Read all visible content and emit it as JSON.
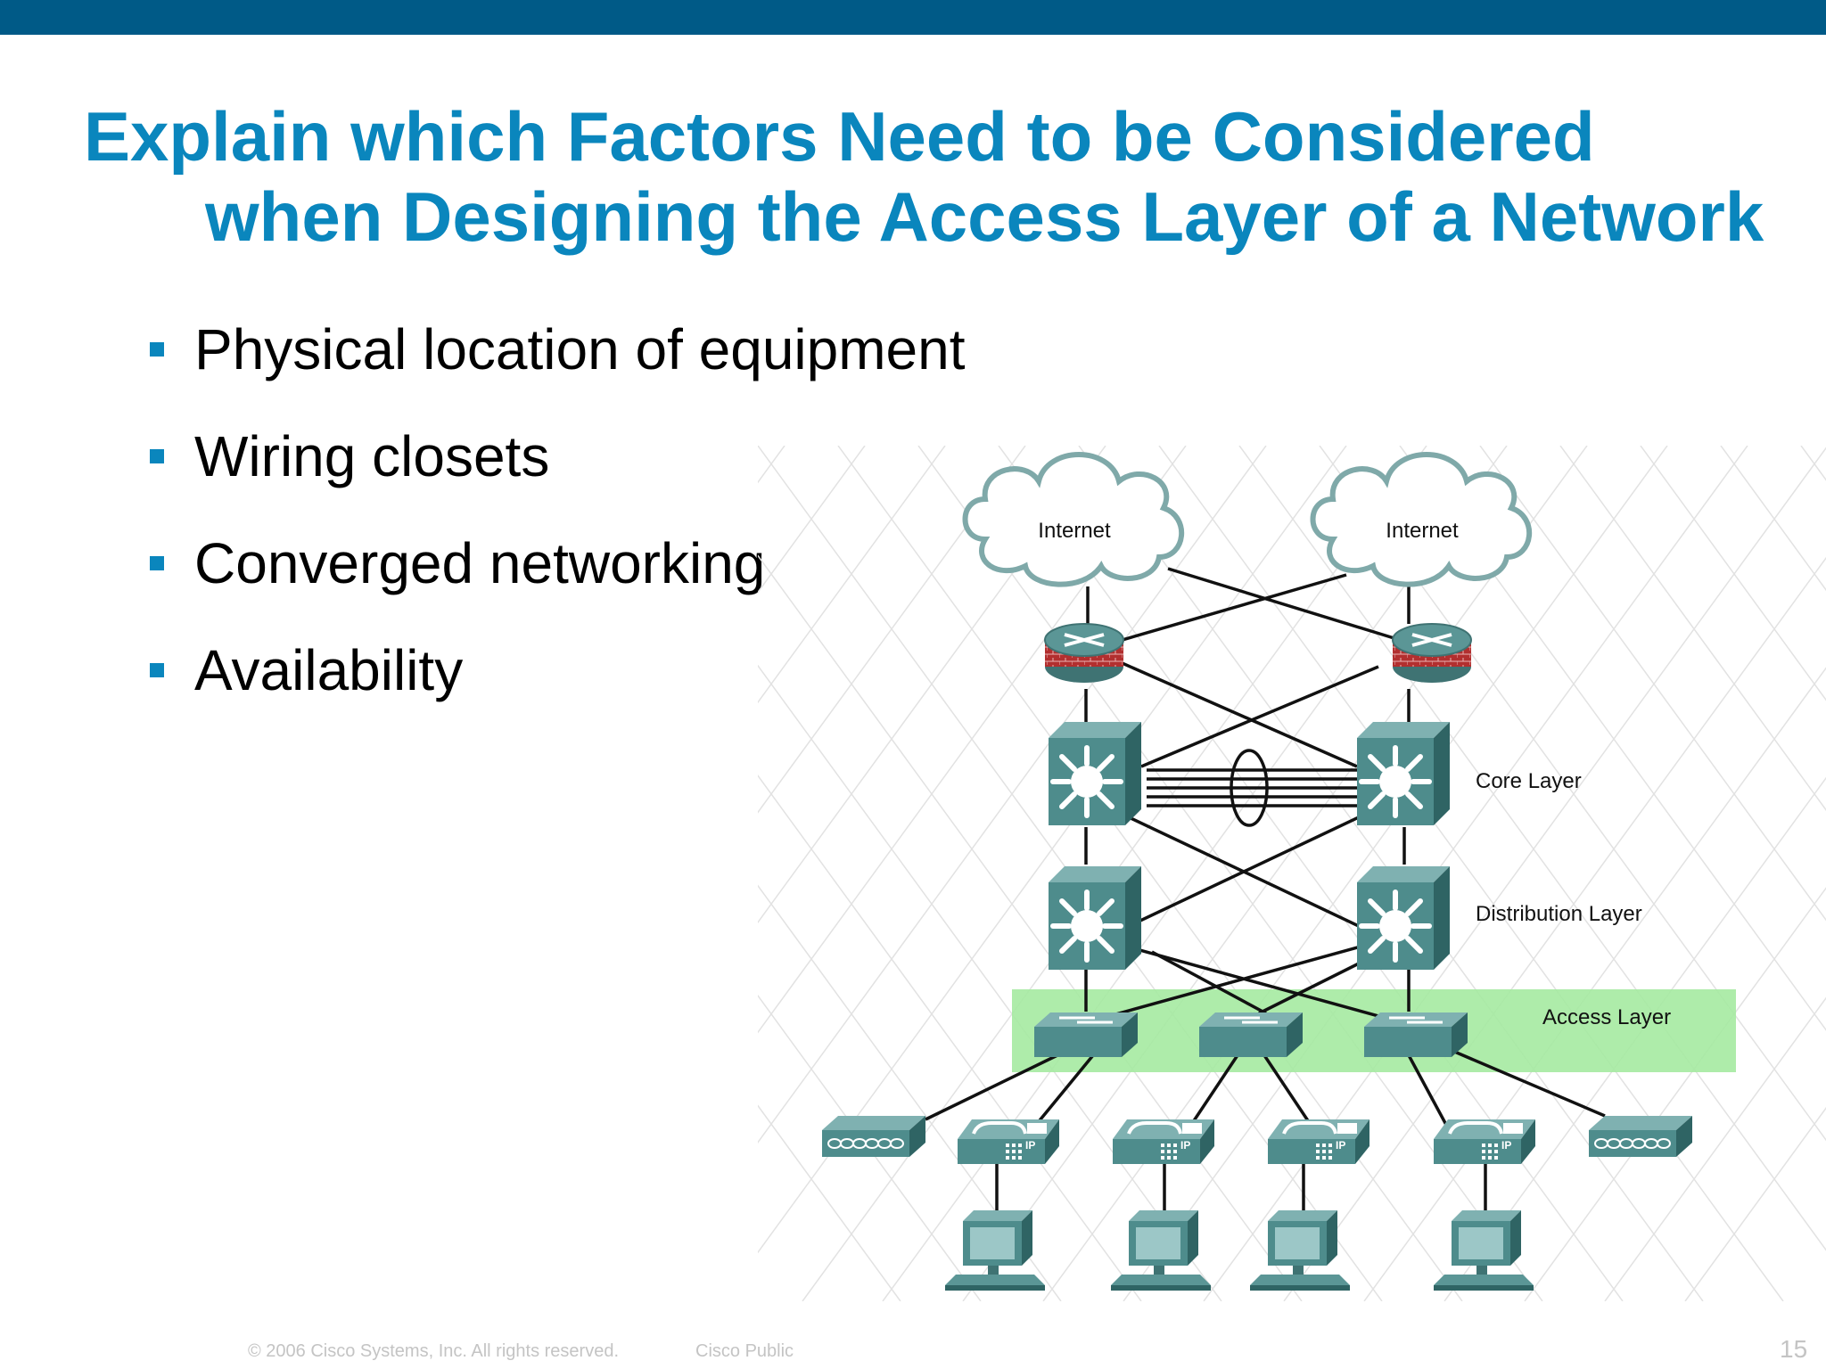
{
  "title": {
    "line1": "Explain which Factors Need to be Considered",
    "line2": "when Designing the Access Layer of a Network"
  },
  "bullets": [
    "Physical location of equipment",
    "Wiring closets",
    "Converged networking",
    "Availability"
  ],
  "diagram": {
    "clouds": [
      "Internet",
      "Internet"
    ],
    "layers": {
      "core": "Core Layer",
      "distribution": "Distribution Layer",
      "access": "Access Layer"
    },
    "phone_badge": "IP"
  },
  "footer": {
    "copyright": "© 2006 Cisco Systems, Inc. All rights reserved.",
    "classification": "Cisco Public",
    "page": "15"
  },
  "colors": {
    "top_bar": "#005a87",
    "title": "#0a86bd",
    "bullet": "#0a86bd",
    "device": "#4e8c8c",
    "firewall": "#b22f2f",
    "access_band": "#a5eaa1"
  }
}
